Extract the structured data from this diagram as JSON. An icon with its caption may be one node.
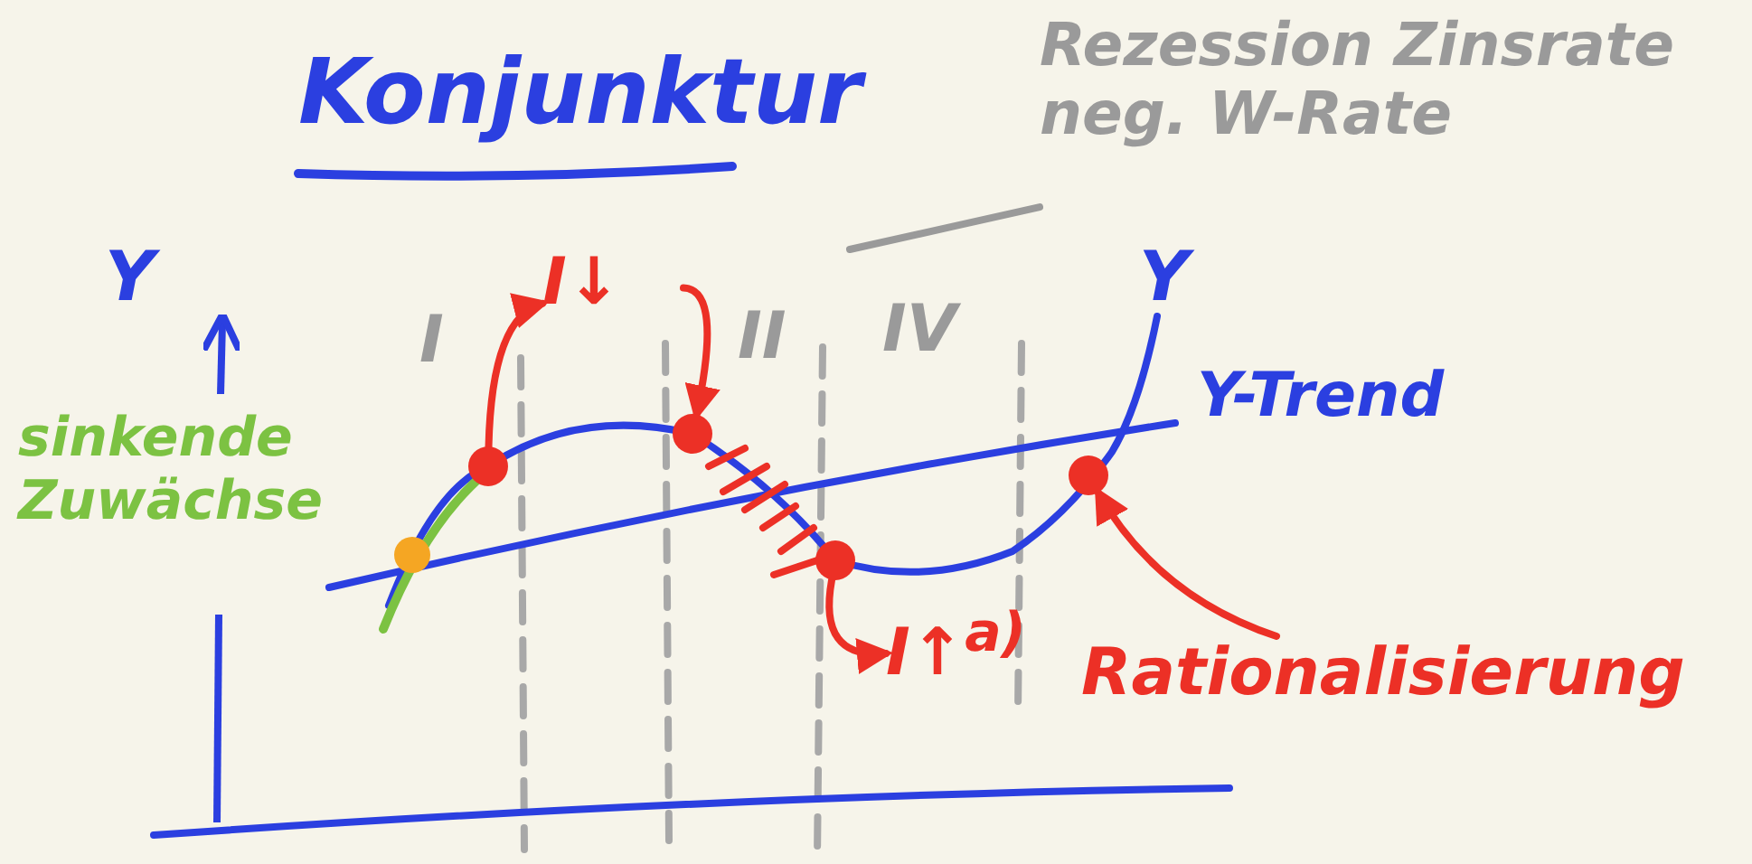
{
  "diagram": {
    "title": "Konjunktur",
    "nodes": [
      {
        "text": [
          "I↓"
        ]
      },
      {
        "text": [],
        "shape": "circle"
      },
      {
        "text": [],
        "shape": "circle"
      },
      {
        "text": [],
        "shape": "circle"
      },
      {
        "text": [],
        "shape": "circle"
      },
      {
        "text": [
          "I↑$^{a)}$"
        ]
      },
      {
        "text": [
          "Rationalisierung"
        ]
      },
      {
        "text": [
          "Rezession Zinsrate neg. W-Rate"
        ]
      }
    ],
    "edges": [
      {
        "from": 1,
        "to": 0,
        "arrow": "to"
      },
      {
        "from": 0,
        "to": 2,
        "arrow": "to"
      },
      {
        "from": 3,
        "to": 5,
        "arrow": "to"
      },
      {
        "from": 6,
        "to": 4,
        "arrow": "to"
      },
      {
        "from": 7,
        "to": null,
        "arrow": "none",
        "color": "#9a9a9a"
      }
    ],
    "labels": [
      "Y",
      "Y",
      "Y-Trend",
      "I",
      "II",
      "IV",
      "sinkende Zuwächse"
    ]
  }
}
